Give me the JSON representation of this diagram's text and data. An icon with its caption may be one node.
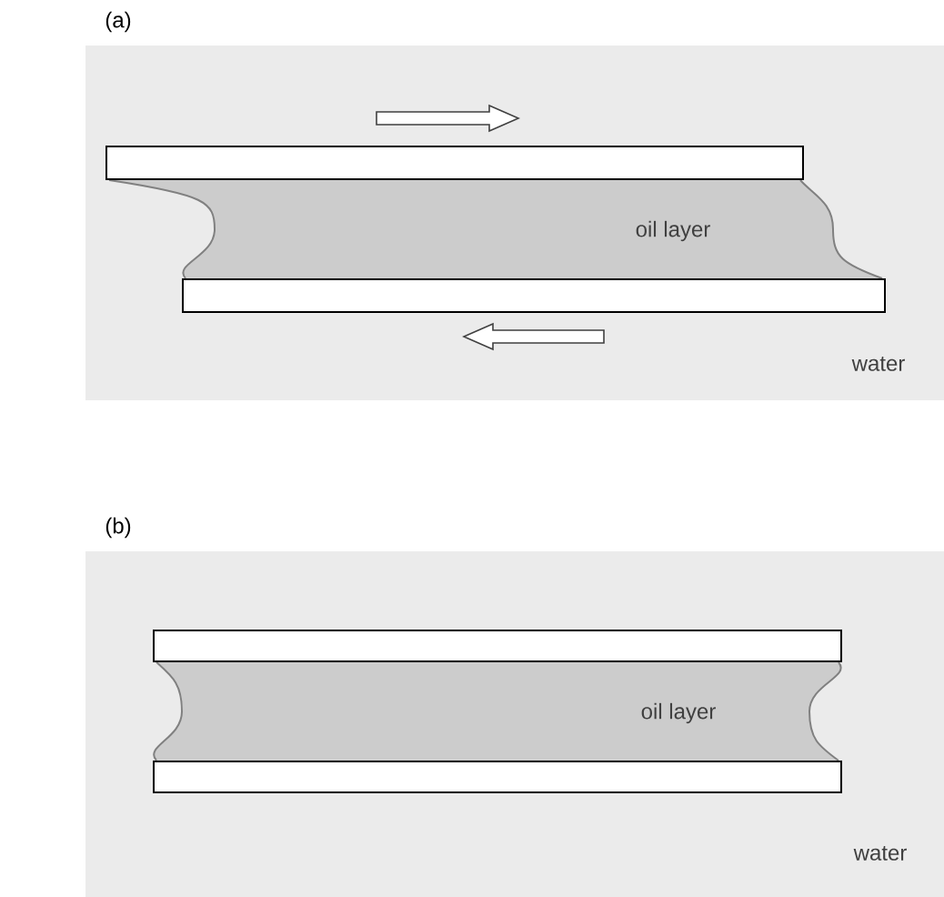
{
  "diagram": {
    "nodes": [
      {
        "text": [
          "(a)",
          "water"
        ]
      },
      {
        "text": [],
        "shape": "bar",
        "in": 0
      },
      {
        "text": [
          "oil layer"
        ],
        "in": 0
      },
      {
        "text": [],
        "shape": "bar",
        "in": 0
      },
      {
        "text": [
          "(b)",
          "water"
        ]
      },
      {
        "text": [],
        "shape": "bar",
        "in": 4
      },
      {
        "text": [
          "oil layer"
        ],
        "in": 4
      },
      {
        "text": [],
        "shape": "bar",
        "in": 4
      }
    ]
  }
}
